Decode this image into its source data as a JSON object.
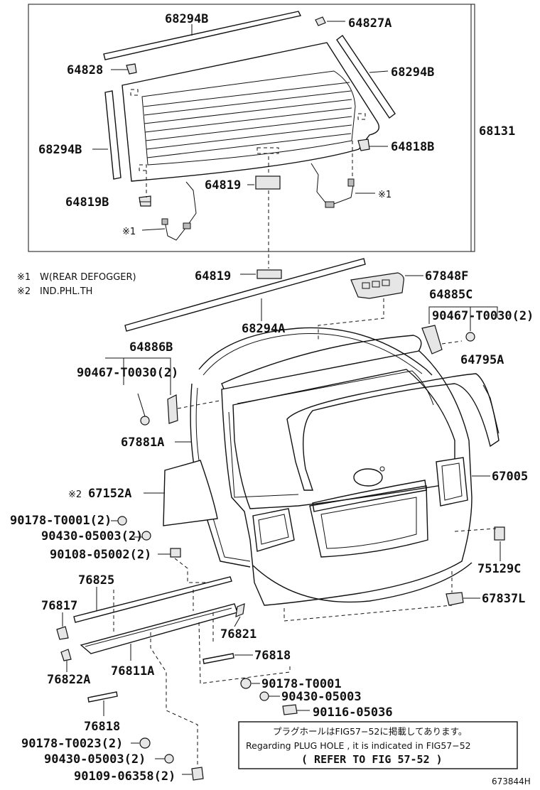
{
  "labels": {
    "p68294B_top": "68294B",
    "p64827A": "64827A",
    "p64828": "64828",
    "p68294B_right": "68294B",
    "p68294B_left": "68294B",
    "p68131": "68131",
    "p64818B": "64818B",
    "p64819_upper": "64819",
    "p64819B": "64819B",
    "mark1_a": "※1",
    "mark1_b": "※1",
    "p64819_lower": "64819",
    "p67848F": "67848F",
    "p68294A": "68294A",
    "p64885C": "64885C",
    "p90467_right": "90467-T0030(2)",
    "p64886B": "64886B",
    "p90467_left": "90467-T0030(2)",
    "p64795A": "64795A",
    "p67881A": "67881A",
    "p67005": "67005",
    "p67152A": "67152A",
    "mark2": "※2",
    "p90178_T0001_2": "90178-T0001(2)",
    "p90430_05003_2a": "90430-05003(2)",
    "p90108_05002_2": "90108-05002(2)",
    "p76825": "76825",
    "p75129C": "75129C",
    "p76817": "76817",
    "p67837L": "67837L",
    "p76821": "76821",
    "p76818_a": "76818",
    "p76822A": "76822A",
    "p76811A": "76811A",
    "p90178_T0001": "90178-T0001",
    "p90430_05003": "90430-05003",
    "p90116_05036": "90116-05036",
    "p76818_b": "76818",
    "p90178_T0023_2": "90178-T0023(2)",
    "p90430_05003_2b": "90430-05003(2)",
    "p90109_06358_2": "90109-06358(2)"
  },
  "legend": {
    "item1_mark": "※1",
    "item1_text": "W(REAR DEFOGGER)",
    "item2_mark": "※2",
    "item2_text": "IND.PHL.TH"
  },
  "note": {
    "line1": "プラグホールはFIG57−52に掲載してあります。",
    "line2": "Regarding PLUG HOLE , it is indicated in FIG57−52",
    "line3": "( REFER TO FIG 57-52 )"
  },
  "ref_code": "673844H"
}
